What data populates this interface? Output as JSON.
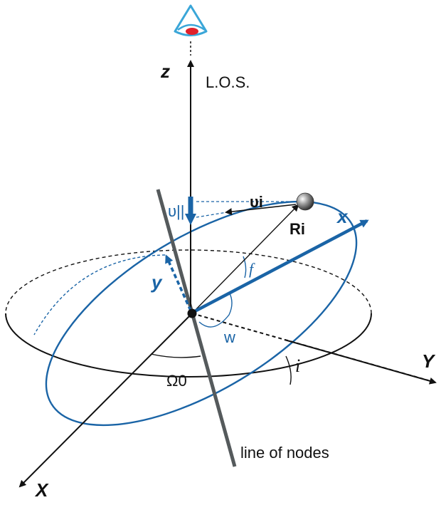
{
  "labels": {
    "z_axis": "z",
    "y_axis": "Y",
    "x_axis": "X",
    "los": "L.O.S.",
    "v_parallel": "υ||",
    "v_i": "υi",
    "r_i": "Ri",
    "x_orbit": "x",
    "y_orbit": "y",
    "true_anomaly": "f",
    "arg_periapsis": "w",
    "inclination": "i",
    "omega": "Ω0",
    "line_of_nodes": "line of nodes"
  },
  "colors": {
    "orbit_blue": "#1a64a6",
    "axis_black": "#111111",
    "node_line_gray": "#555a5c",
    "eye_blue": "#3aa6d8",
    "pupil_red": "#e0202a"
  },
  "icons": {
    "observer": "eye-icon",
    "star": "sphere-icon"
  }
}
